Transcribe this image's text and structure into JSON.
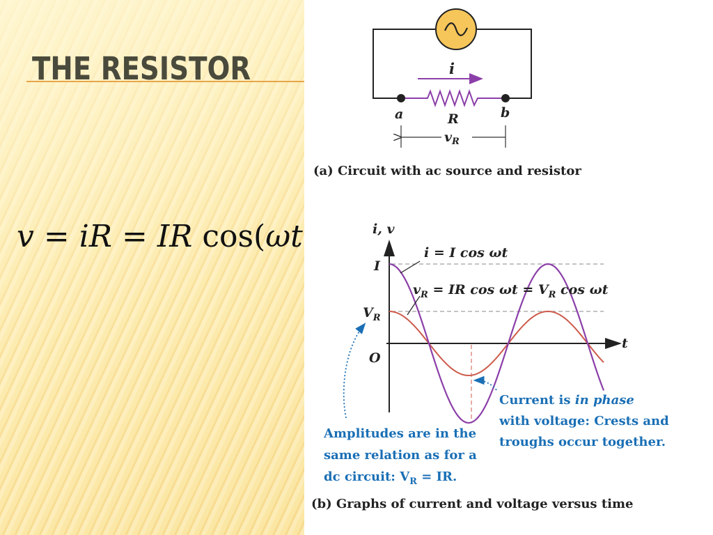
{
  "slide": {
    "title": "THE RESISTOR",
    "equation": {
      "p1": "v",
      "p2": "=",
      "p3": "i",
      "p4": "R",
      "p5": "=",
      "p6": "IR",
      "p7": "cos(",
      "p8": "ω",
      "p9": "t",
      "p10": ")"
    }
  },
  "circuit": {
    "current_label": "i",
    "resistor_label": "R",
    "node_a": "a",
    "node_b": "b",
    "voltage_label": "v",
    "voltage_sub": "R",
    "caption_tag": "(a)",
    "caption_text": " Circuit with ac source and resistor"
  },
  "graph": {
    "axis_y_label": "i, v",
    "axis_x_label": "t",
    "label_I": "I",
    "label_VR": "V",
    "label_VR_sub": "R",
    "label_O": "O",
    "eq_current": "i = I cos ωt",
    "eq_voltage_pre": "v",
    "eq_voltage_sub1": "R",
    "eq_voltage_mid": " = IR cos ωt = V",
    "eq_voltage_sub2": "R",
    "eq_voltage_end": " cos ωt",
    "note_phase_1a": "Current is ",
    "note_phase_1b": "in phase",
    "note_phase_2": "with voltage: Crests and",
    "note_phase_3": "troughs occur together.",
    "note_amp_1": "Amplitudes are in the",
    "note_amp_2": "same relation as for a",
    "note_amp_3a": "dc circuit: V",
    "note_amp_3sub": "R",
    "note_amp_3b": " = IR.",
    "caption_tag": "(b)",
    "caption_text": " Graphs of current and voltage versus time",
    "colors": {
      "current": "#8b3fa8",
      "voltage": "#cc5a4a",
      "annotation": "#1a6fb5",
      "source": "#f7c65a"
    }
  }
}
